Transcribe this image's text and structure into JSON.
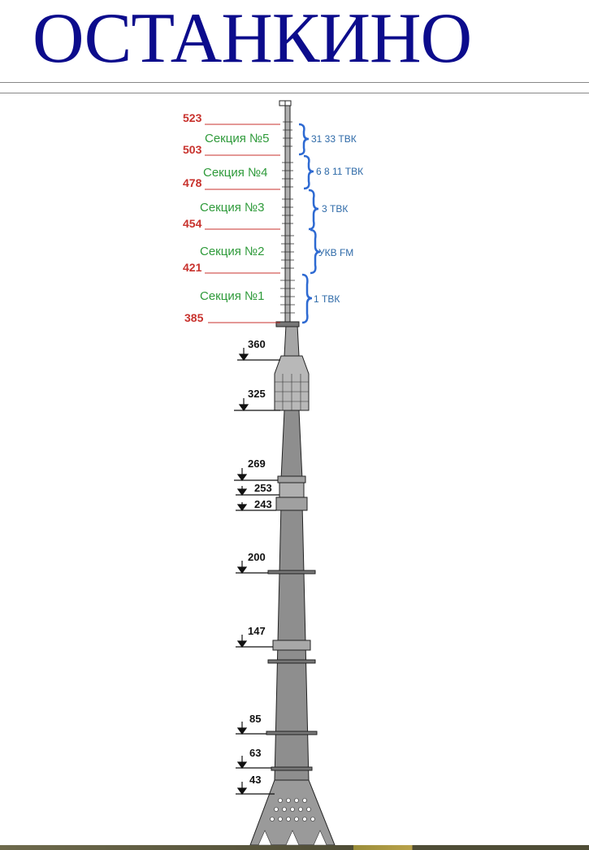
{
  "title": "ОСТАНКИНО",
  "antenna_sections": [
    {
      "label": "Секция №5",
      "top": "523",
      "bottom": "503",
      "band": "31 33 ТВК"
    },
    {
      "label": "Секция №4",
      "top": "503",
      "bottom": "478",
      "band": "6 8 11 ТВК"
    },
    {
      "label": "Секция №3",
      "top": "478",
      "bottom": "454",
      "band": "3 ТВК"
    },
    {
      "label": "Секция №2",
      "top": "454",
      "bottom": "421",
      "band": "УКВ FM"
    },
    {
      "label": "Секция №1",
      "top": "421",
      "bottom": "385",
      "band": "1 ТВК"
    }
  ],
  "red_heights": [
    "523",
    "503",
    "478",
    "454",
    "421",
    "385"
  ],
  "levels": [
    "360",
    "325",
    "269",
    "253",
    "243",
    "200",
    "147",
    "85",
    "63",
    "43"
  ],
  "colors": {
    "title": "#0c0c8c",
    "red": "#c8322d",
    "green": "#2e9a3a",
    "blue": "#2e6aa8",
    "brace": "#2e6ad2",
    "tower": "#8a8a8a"
  }
}
